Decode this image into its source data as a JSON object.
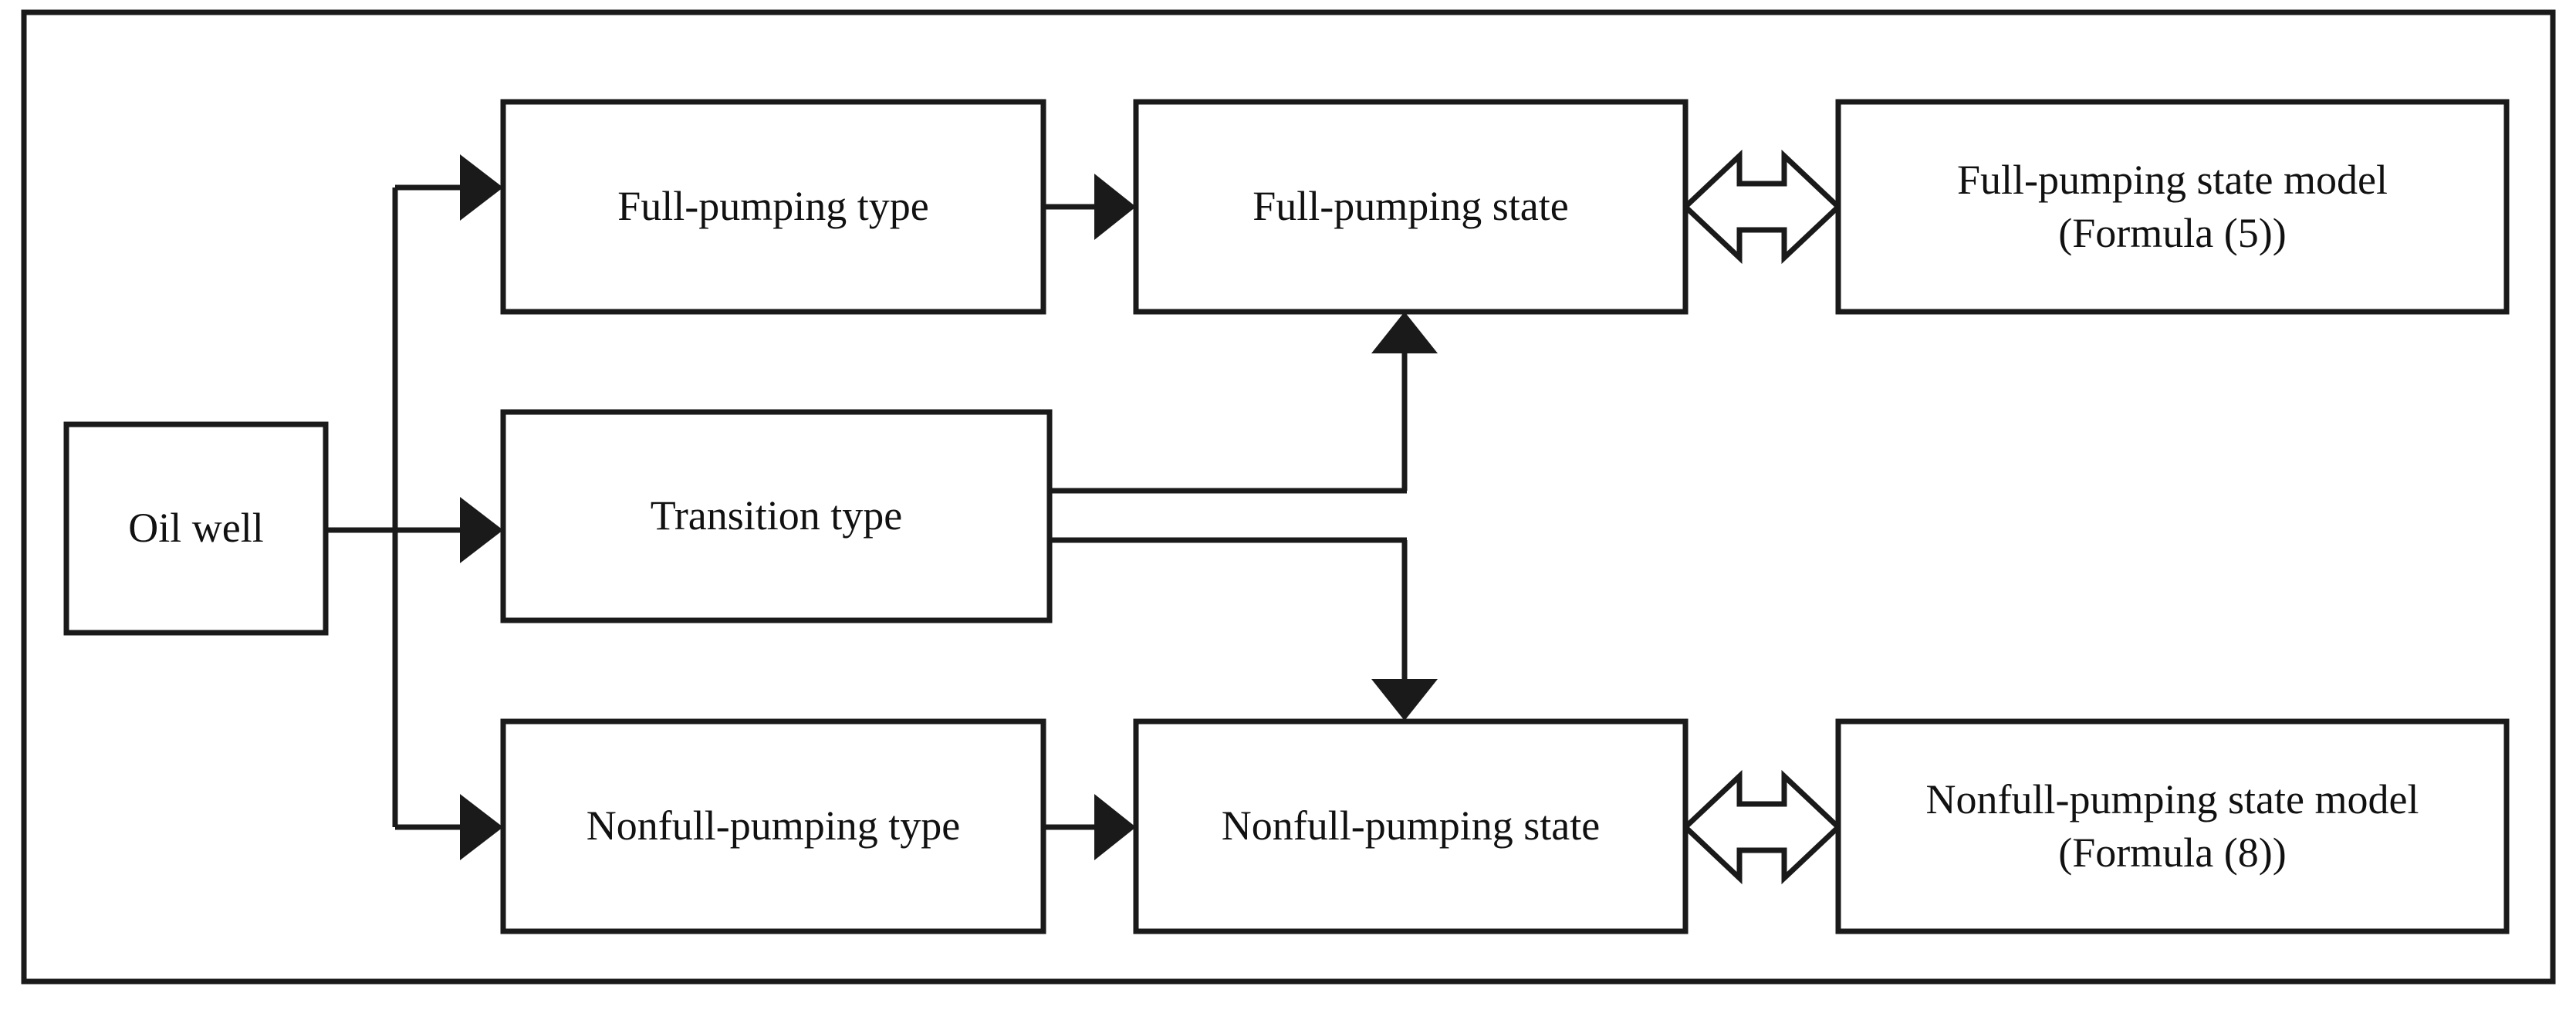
{
  "figure": {
    "title": "Oil well pumping state classification flow",
    "frame": {
      "border_color": "#1a1a1a"
    },
    "colors": {
      "line": "#1a1a1a",
      "box_border": "#1a1a1a",
      "box_fill": "#ffffff",
      "text": "#111111",
      "background": "#ffffff"
    }
  },
  "nodes": {
    "oil_well": {
      "label": "Oil well",
      "label2": ""
    },
    "full_type": {
      "label": "Full-pumping type",
      "label2": ""
    },
    "transition_type": {
      "label": "Transition type",
      "label2": ""
    },
    "nonfull_type": {
      "label": "Nonfull-pumping type",
      "label2": ""
    },
    "full_state": {
      "label": "Full-pumping state",
      "label2": ""
    },
    "nonfull_state": {
      "label": "Nonfull-pumping state",
      "label2": ""
    },
    "full_model": {
      "label": "Full-pumping state model",
      "label2": "(Formula (5))"
    },
    "nonfull_model": {
      "label": "Nonfull-pumping state model",
      "label2": "(Formula (8))"
    }
  },
  "edges": [
    {
      "name": "oil-well-to-branch",
      "from": "oil_well",
      "to": "branch",
      "arrow": "none"
    },
    {
      "name": "branch-to-full-type",
      "from": "branch",
      "to": "full_type",
      "arrow": "single"
    },
    {
      "name": "branch-to-transition-type",
      "from": "branch",
      "to": "transition_type",
      "arrow": "single"
    },
    {
      "name": "branch-to-nonfull-type",
      "from": "branch",
      "to": "nonfull_type",
      "arrow": "single"
    },
    {
      "name": "full-type-to-full-state",
      "from": "full_type",
      "to": "full_state",
      "arrow": "single"
    },
    {
      "name": "nonfull-type-to-nonfull-state",
      "from": "nonfull_type",
      "to": "nonfull_state",
      "arrow": "single"
    },
    {
      "name": "transition-up-to-full-state",
      "from": "transition_type",
      "to": "full_state",
      "arrow": "single"
    },
    {
      "name": "transition-down-to-nonfull-state",
      "from": "transition_type",
      "to": "nonfull_state",
      "arrow": "single"
    },
    {
      "name": "full-state-to-full-model",
      "from": "full_state",
      "to": "full_model",
      "arrow": "double-hollow"
    },
    {
      "name": "nonfull-state-to-nonfull-model",
      "from": "nonfull_state",
      "to": "nonfull_model",
      "arrow": "double-hollow"
    }
  ]
}
